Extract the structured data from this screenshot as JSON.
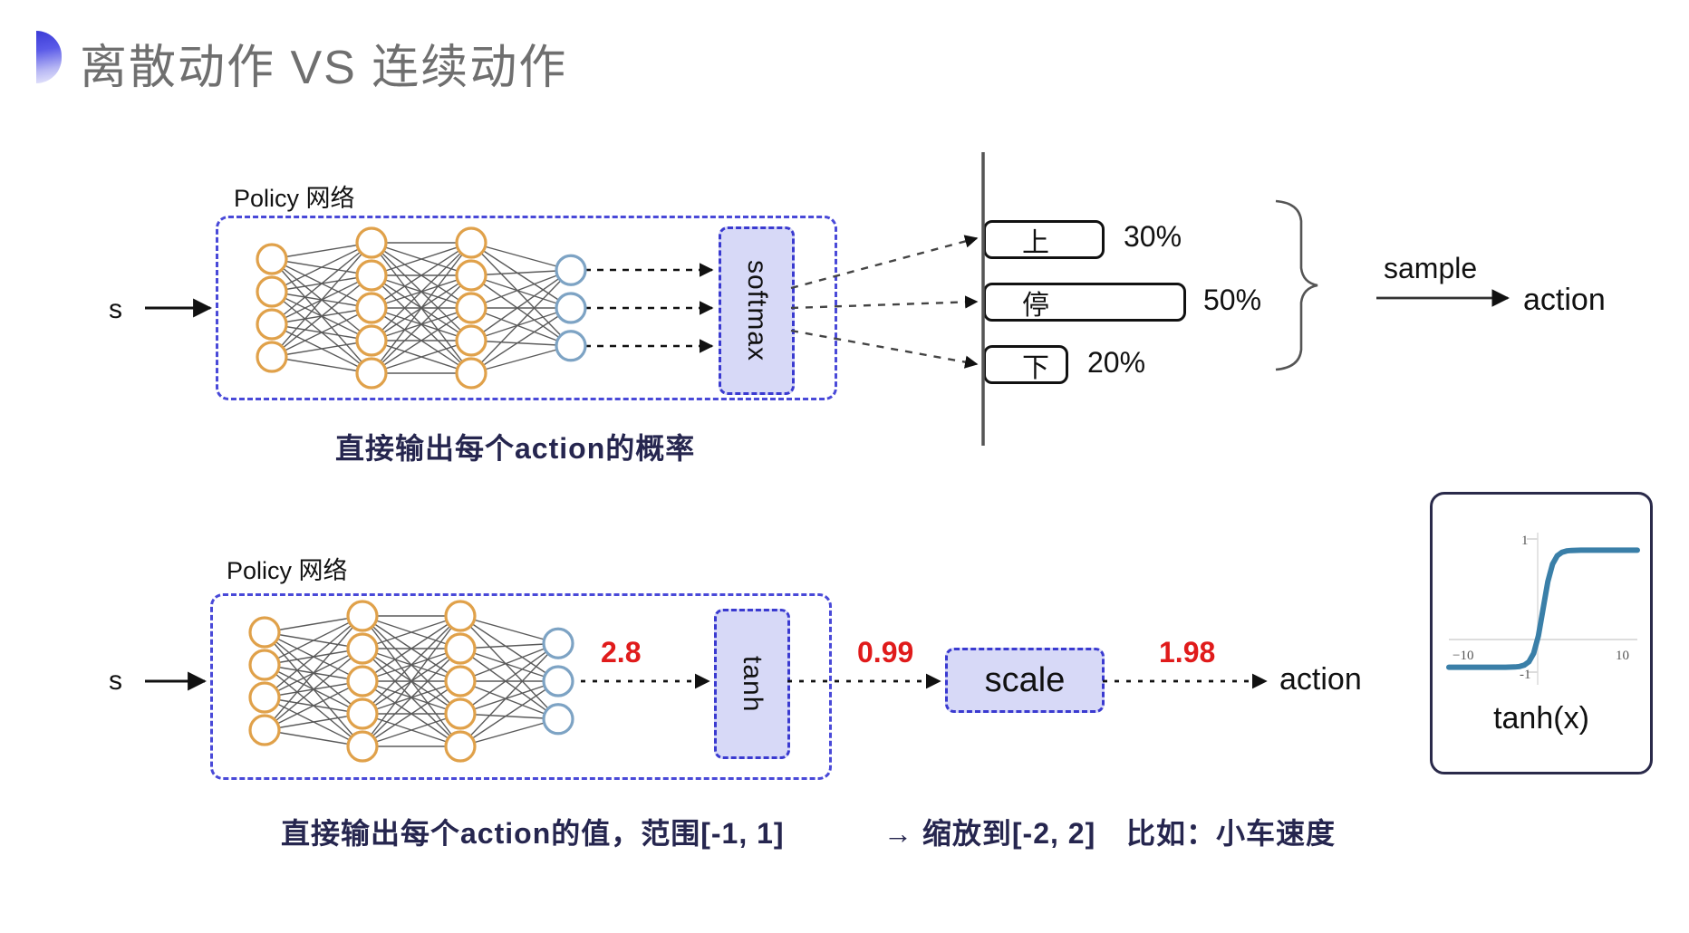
{
  "header": {
    "title": "离散动作 VS 连续动作",
    "bullet_color_from": "#3b3bd6",
    "bullet_color_to": "#eaeafc"
  },
  "colors": {
    "net_border": "#4949d8",
    "activation_fill": "#d7d9f7",
    "activation_border": "#3a3ad0",
    "node_orange": "#e0a14a",
    "node_blue": "#7da3c4",
    "red_value": "#e01b1b",
    "caption_navy": "#26264f",
    "curve_blue": "#3a7fa8"
  },
  "discrete": {
    "input_label": "s",
    "network_title": "Policy 网络",
    "activation": {
      "name": "softmax-box",
      "label": "softmax",
      "orientation": "vertical"
    },
    "layers": [
      {
        "name": "input-layer",
        "count": 4,
        "color": "orange"
      },
      {
        "name": "hidden-layer-1",
        "count": 5,
        "color": "orange"
      },
      {
        "name": "hidden-layer-2",
        "count": 5,
        "color": "orange"
      },
      {
        "name": "output-layer",
        "count": 3,
        "color": "blue"
      }
    ],
    "caption": "直接输出每个action的概率",
    "sample_label": "sample",
    "action_label": "action",
    "chart_data": {
      "type": "bar",
      "orientation": "horizontal",
      "title": "",
      "xlabel": "",
      "ylabel": "",
      "grid": false,
      "axis_line": true,
      "categories": [
        "上",
        "停",
        "下"
      ],
      "values": [
        30,
        50,
        20
      ],
      "value_labels": [
        "30%",
        "50%",
        "20%"
      ],
      "xlim": [
        0,
        100
      ]
    }
  },
  "continuous": {
    "input_label": "s",
    "network_title": "Policy 网络",
    "layers": [
      {
        "name": "input-layer",
        "count": 4,
        "color": "orange"
      },
      {
        "name": "hidden-layer-1",
        "count": 5,
        "color": "orange"
      },
      {
        "name": "hidden-layer-2",
        "count": 5,
        "color": "orange"
      },
      {
        "name": "output-layer",
        "count": 3,
        "color": "blue"
      }
    ],
    "value_pre_tanh": "2.8",
    "tanh": {
      "name": "tanh-box",
      "label": "tanh",
      "orientation": "vertical"
    },
    "value_post_tanh": "0.99",
    "scale": {
      "name": "scale-box",
      "label": "scale",
      "orientation": "horizontal"
    },
    "value_post_scale": "1.98",
    "action_label": "action",
    "caption_main": "直接输出每个action的值，范围[-1, 1]",
    "caption_scale": "→ 缩放到[-2, 2]",
    "caption_example": "比如：小车速度"
  },
  "tanh_panel": {
    "caption": "tanh(x)",
    "chart_data": {
      "type": "line",
      "title": "tanh(x)",
      "xlabel": "",
      "ylabel": "",
      "grid": false,
      "xlim": [
        -10,
        10
      ],
      "ylim": [
        -1.3,
        1.3
      ],
      "x_ticks": [
        "−10",
        "10"
      ],
      "y_ticks": [
        "1",
        "-1"
      ],
      "series": [
        {
          "name": "tanh",
          "x": [
            -10,
            -9,
            -8,
            -7,
            -6,
            -5,
            -4,
            -3,
            -2.5,
            -2,
            -1.5,
            -1,
            -0.5,
            0,
            0.5,
            1,
            1.5,
            2,
            2.5,
            3,
            4,
            5,
            6,
            7,
            8,
            9,
            10
          ],
          "y": [
            -1,
            -1,
            -1,
            -1,
            -0.9999,
            -0.9999,
            -0.9993,
            -0.995,
            -0.987,
            -0.964,
            -0.905,
            -0.762,
            -0.462,
            0,
            0.462,
            0.762,
            0.905,
            0.964,
            0.987,
            0.995,
            0.9993,
            0.9999,
            0.9999,
            1,
            1,
            1,
            1
          ]
        }
      ]
    }
  }
}
